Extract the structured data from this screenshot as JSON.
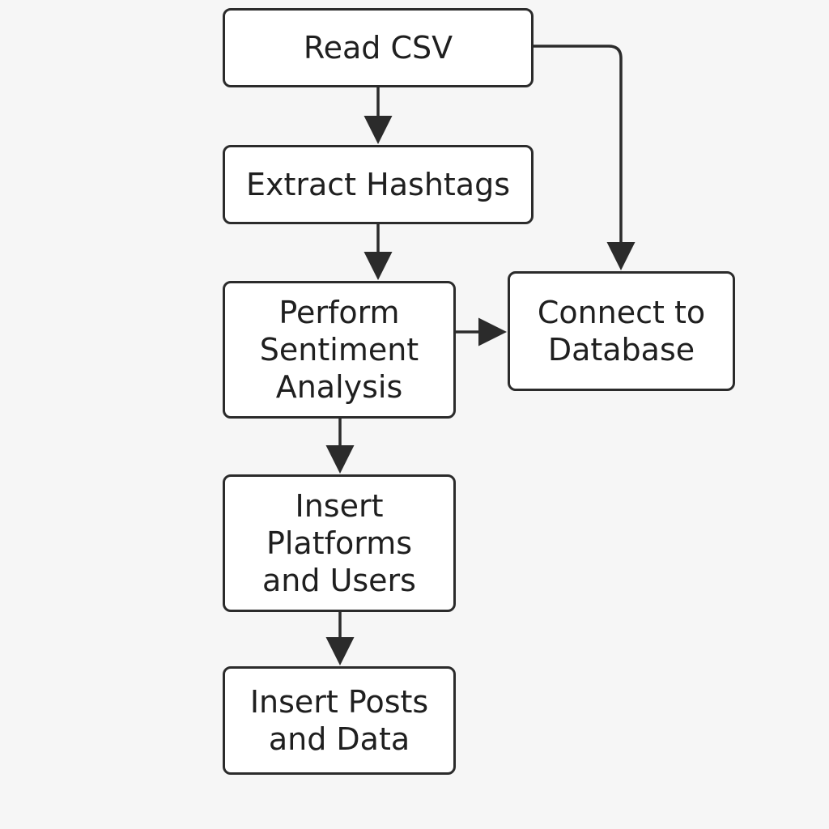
{
  "diagram": {
    "nodes": [
      {
        "id": "read-csv",
        "label": "Read CSV"
      },
      {
        "id": "extract",
        "label": "Extract Hashtags"
      },
      {
        "id": "sentiment",
        "label": "Perform\nSentiment\nAnalysis"
      },
      {
        "id": "connect",
        "label": "Connect to\nDatabase"
      },
      {
        "id": "insert-platforms",
        "label": "Insert\nPlatforms\nand Users"
      },
      {
        "id": "insert-posts",
        "label": "Insert Posts\nand Data"
      }
    ],
    "edges": [
      {
        "from": "read-csv",
        "to": "extract"
      },
      {
        "from": "read-csv",
        "to": "connect"
      },
      {
        "from": "extract",
        "to": "sentiment"
      },
      {
        "from": "sentiment",
        "to": "connect"
      },
      {
        "from": "sentiment",
        "to": "insert-platforms"
      },
      {
        "from": "insert-platforms",
        "to": "insert-posts"
      }
    ],
    "colors": {
      "background": "#f6f6f6",
      "node_fill": "#ffffff",
      "stroke": "#2b2b2b",
      "text": "#1f1f1f"
    }
  }
}
